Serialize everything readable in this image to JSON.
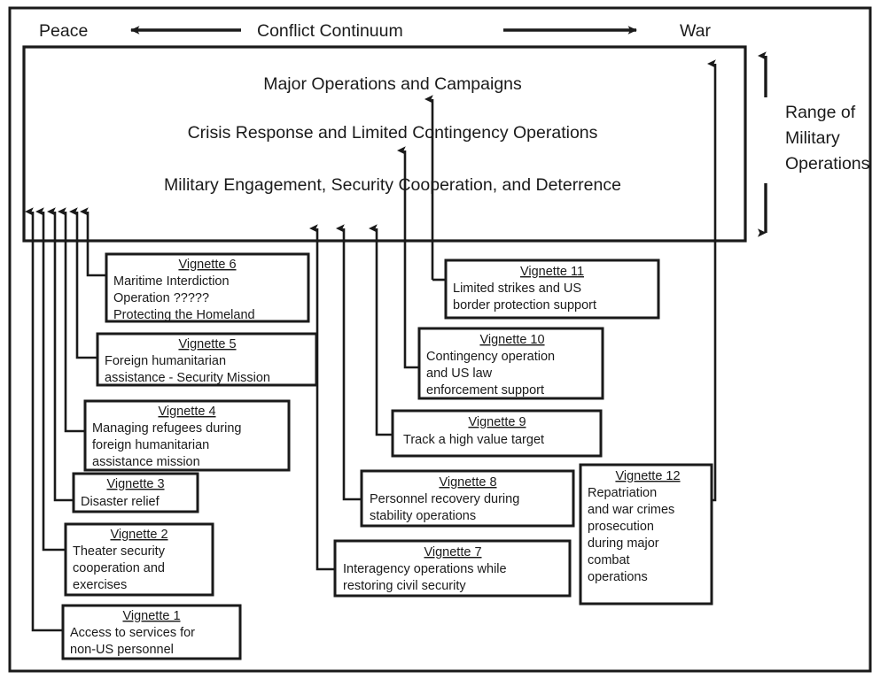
{
  "header": {
    "left_label": "Peace",
    "center_label": "Conflict Continuum",
    "right_label": "War"
  },
  "side_label": {
    "line1": "Range of",
    "line2": "Military",
    "line3": "Operations"
  },
  "romo": {
    "levels": [
      "Major Operations and Campaigns",
      "Crisis Response and Limited Contingency Operations",
      "Military Engagement, Security Cooperation, and Deterrence"
    ]
  },
  "vignettes": [
    {
      "id": "vignette-1",
      "title": "Vignette 1",
      "lines": [
        "Access to services for",
        "non-US personnel"
      ]
    },
    {
      "id": "vignette-2",
      "title": "Vignette 2",
      "lines": [
        "Theater security",
        "cooperation and",
        "exercises"
      ]
    },
    {
      "id": "vignette-3",
      "title": "Vignette 3",
      "lines": [
        "Disaster relief"
      ]
    },
    {
      "id": "vignette-4",
      "title": "Vignette 4",
      "lines": [
        "Managing refugees during",
        "foreign humanitarian",
        "assistance mission"
      ]
    },
    {
      "id": "vignette-5",
      "title": "Vignette 5",
      "lines": [
        "Foreign humanitarian",
        "assistance - Security Mission"
      ]
    },
    {
      "id": "vignette-6",
      "title": "Vignette 6",
      "lines": [
        "Maritime Interdiction",
        "Operation ?????",
        "Protecting the Homeland"
      ]
    },
    {
      "id": "vignette-7",
      "title": "Vignette 7",
      "lines": [
        "Interagency operations while",
        "restoring civil security"
      ]
    },
    {
      "id": "vignette-8",
      "title": "Vignette 8",
      "lines": [
        "Personnel recovery during",
        "stability operations"
      ]
    },
    {
      "id": "vignette-9",
      "title": "Vignette 9",
      "lines": [
        "Track a high value target"
      ]
    },
    {
      "id": "vignette-10",
      "title": "Vignette 10",
      "lines": [
        "Contingency operation",
        "and US law",
        "enforcement support"
      ]
    },
    {
      "id": "vignette-11",
      "title": "Vignette 11",
      "lines": [
        "Limited strikes and US",
        "border protection support"
      ]
    },
    {
      "id": "vignette-12",
      "title": "Vignette 12",
      "lines": [
        "Repatriation",
        "and war crimes",
        "prosecution",
        "during major",
        "combat",
        "operations"
      ]
    }
  ],
  "colors": {
    "ink": "#1a1a1a",
    "paper": "#ffffff"
  }
}
